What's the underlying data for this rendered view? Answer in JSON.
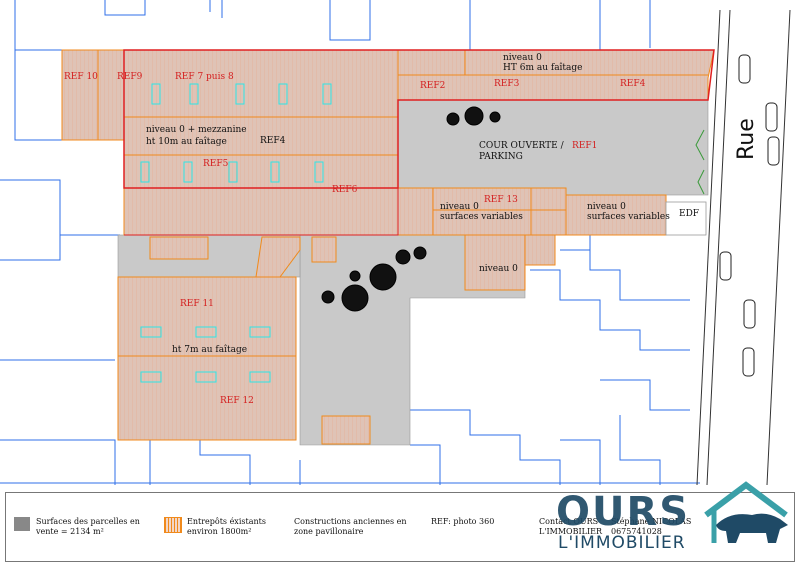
{
  "labels": {
    "ref10": "REF 10",
    "ref9": "REF9",
    "ref7": "REF 7 puis 8",
    "ref2": "REF2",
    "ref3": "REF3",
    "ref4_top": "REF4",
    "niveau0_top": "niveau 0",
    "ht6m": "HT 6m au faîtage",
    "mezz": "niveau 0 + mezzanine",
    "ht10m": "ht 10m au faîtage",
    "ref4_mid": "REF4",
    "ref5": "REF5",
    "ref6": "REF6",
    "cour": "COUR OUVERTE /",
    "parking": "PARKING",
    "ref1": "REF1",
    "ref13": "REF 13",
    "niv0_a": "niveau 0",
    "surf_a": "surfaces variables",
    "niv0_b": "niveau 0",
    "surf_b": "surfaces variables",
    "edf": "EDF",
    "niv0_c": "niveau 0",
    "ref11": "REF 11",
    "ht7m": "ht 7m au faîtage",
    "ref12": "REF 12",
    "rue": "Rue"
  },
  "legend": {
    "parcelles": [
      "Surfaces des parcelles en",
      "vente = 2134 m²"
    ],
    "entrepots": [
      "Entrepôts éxistants",
      "environ 1800m²"
    ],
    "constructions": [
      "Constructions anciennes en",
      "zone pavillonaire"
    ],
    "ref_photo": "REF: photo 360",
    "contact": [
      "Contact OURS",
      "L'IMMOBILIER"
    ],
    "agent": [
      "Stéphane NICOLAS",
      "0675741028"
    ],
    "logo_word": "OURS",
    "logo_sub": "L'IMMOBILIER"
  },
  "colors": {
    "parcel": "#c9c9c9",
    "warehouse": "#dfc0b3",
    "warehouse_line": "#f08a1c",
    "border_red": "#e02020",
    "neighbour_blue": "#2f6fe8",
    "window_cyan": "#2ee6e6",
    "text_red": "#d42020",
    "logo": "#1f4a66"
  }
}
